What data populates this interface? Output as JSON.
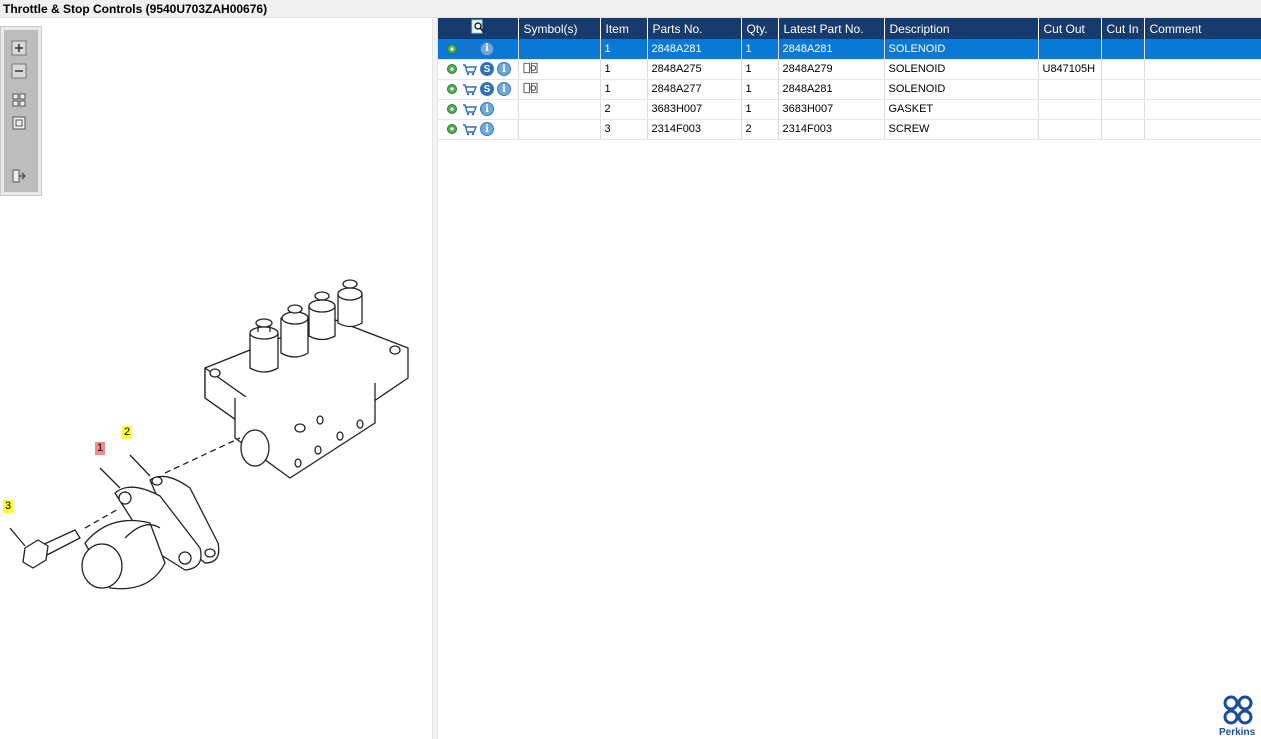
{
  "window": {
    "title": "Throttle & Stop Controls (9540U703ZAH00676)"
  },
  "toolbar": {
    "buttons": [
      {
        "name": "zoom-in-button",
        "icon": "zoom-in-icon"
      },
      {
        "name": "zoom-out-button",
        "icon": "zoom-out-icon"
      },
      {
        "name": "fit-all-button",
        "icon": "fit-grid-icon"
      },
      {
        "name": "fit-window-button",
        "icon": "fit-window-icon"
      },
      {
        "name": "export-button",
        "icon": "export-icon"
      }
    ]
  },
  "drawing": {
    "callouts": [
      {
        "label": "1",
        "color": "#f28b8b"
      },
      {
        "label": "2",
        "color": "#ffff33"
      },
      {
        "label": "3",
        "color": "#ffff33"
      }
    ]
  },
  "table": {
    "header_icon": "search-document-icon",
    "columns": [
      "Symbol(s)",
      "Item",
      "Parts No.",
      "Qty.",
      "Latest Part No.",
      "Description",
      "Cut Out",
      "Cut In",
      "Comment"
    ],
    "rows": [
      {
        "selected": true,
        "service": false,
        "book": false,
        "item": "1",
        "part": "2848A281",
        "qty": "1",
        "latest": "2848A281",
        "desc": "SOLENOID",
        "cutout": "",
        "cutin": "",
        "comment": ""
      },
      {
        "selected": false,
        "service": true,
        "book": true,
        "item": "1",
        "part": "2848A275",
        "qty": "1",
        "latest": "2848A279",
        "desc": "SOLENOID",
        "cutout": "U847105H",
        "cutin": "",
        "comment": ""
      },
      {
        "selected": false,
        "service": true,
        "book": true,
        "item": "1",
        "part": "2848A277",
        "qty": "1",
        "latest": "2848A281",
        "desc": "SOLENOID",
        "cutout": "",
        "cutin": "",
        "comment": ""
      },
      {
        "selected": false,
        "service": false,
        "book": false,
        "item": "2",
        "part": "3683H007",
        "qty": "1",
        "latest": "3683H007",
        "desc": "GASKET",
        "cutout": "",
        "cutin": "",
        "comment": ""
      },
      {
        "selected": false,
        "service": false,
        "book": false,
        "item": "3",
        "part": "2314F003",
        "qty": "2",
        "latest": "2314F003",
        "desc": "SCREW",
        "cutout": "",
        "cutin": "",
        "comment": ""
      }
    ]
  },
  "colors": {
    "header": "#173b6e",
    "selected": "#0a78d7",
    "brand": "#1c4c9e"
  },
  "logo": {
    "text": "Perkins"
  }
}
